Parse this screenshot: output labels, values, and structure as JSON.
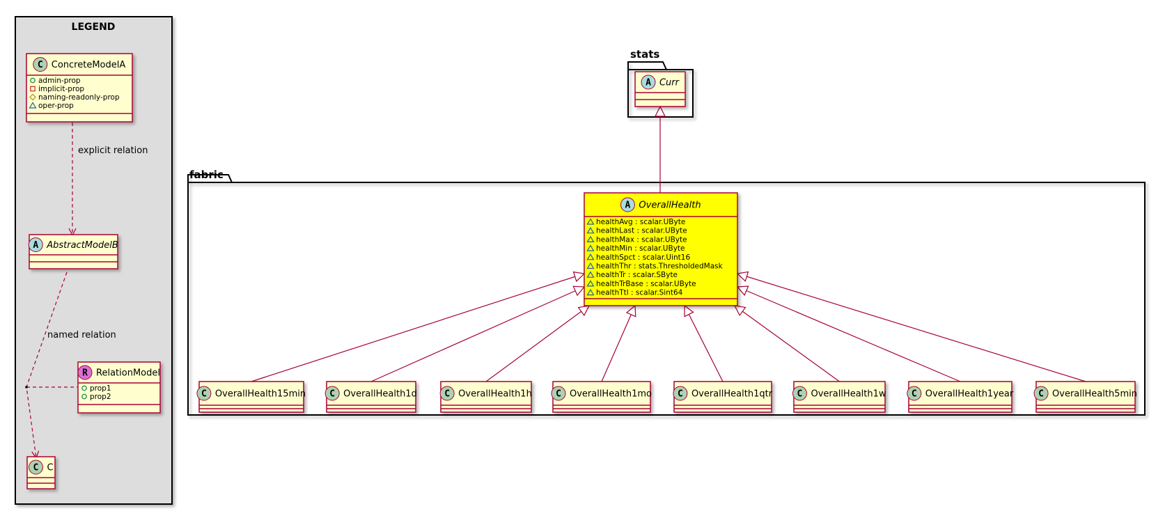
{
  "colors": {
    "class_fill": "#FEFECE",
    "class_border": "#A80036",
    "legend_fill": "#DDDDDD",
    "highlight_fill": "#FFFF00",
    "class_badge": "#ADD1B2",
    "abstract_badge": "#A9DCDF",
    "relation_badge": "#DA70D6"
  },
  "legend": {
    "title": "LEGEND",
    "concrete": {
      "name": "ConcreteModelA",
      "stereo": "C",
      "props": [
        {
          "vis": "public",
          "text": "admin-prop"
        },
        {
          "vis": "private",
          "text": "implicit-prop"
        },
        {
          "vis": "protected",
          "text": "naming-readonly-prop"
        },
        {
          "vis": "package",
          "text": "oper-prop"
        }
      ]
    },
    "explicit_relation": "explicit relation",
    "abstract": {
      "name": "AbstractModelB",
      "stereo": "A"
    },
    "named_relation": "named relation",
    "relation": {
      "name": "RelationModel",
      "stereo": "R",
      "props": [
        {
          "vis": "public",
          "text": "prop1"
        },
        {
          "vis": "public",
          "text": "prop2"
        }
      ]
    },
    "target": {
      "name": "C",
      "stereo": "C"
    }
  },
  "packages": {
    "stats": "stats",
    "fabric": "fabric"
  },
  "curr": {
    "name": "Curr",
    "stereo": "A"
  },
  "overall": {
    "name": "OverallHealth",
    "stereo": "A",
    "props": [
      "healthAvg : scalar.UByte",
      "healthLast : scalar.UByte",
      "healthMax : scalar.UByte",
      "healthMin : scalar.UByte",
      "healthSpct : scalar.Uint16",
      "healthThr : stats.ThresholdedMask",
      "healthTr : scalar.SByte",
      "healthTrBase : scalar.UByte",
      "healthTtl : scalar.Sint64"
    ]
  },
  "subclasses": [
    {
      "name": "OverallHealth15min",
      "stereo": "C"
    },
    {
      "name": "OverallHealth1d",
      "stereo": "C"
    },
    {
      "name": "OverallHealth1h",
      "stereo": "C"
    },
    {
      "name": "OverallHealth1mo",
      "stereo": "C"
    },
    {
      "name": "OverallHealth1qtr",
      "stereo": "C"
    },
    {
      "name": "OverallHealth1w",
      "stereo": "C"
    },
    {
      "name": "OverallHealth1year",
      "stereo": "C"
    },
    {
      "name": "OverallHealth5min",
      "stereo": "C"
    }
  ]
}
